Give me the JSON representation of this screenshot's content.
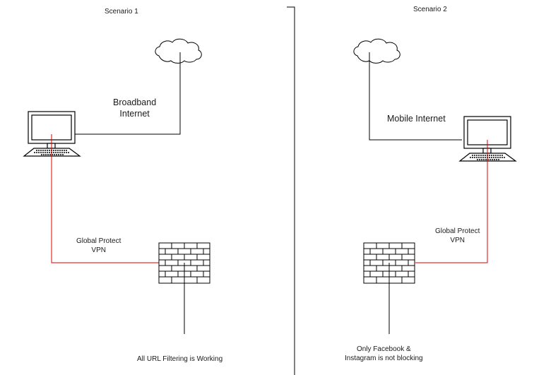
{
  "colors": {
    "line": "#000000",
    "vpn_line": "#e00000",
    "text": "#1a1a1a",
    "background": "#ffffff"
  },
  "scenarios": [
    {
      "title": "Scenario 1",
      "internet_label_line1": "Broadband",
      "internet_label_line2": "Internet",
      "vpn_label_line1": "Global Protect",
      "vpn_label_line2": "VPN",
      "result_line1": "All URL Filtering is Working",
      "result_line2": "",
      "icons": [
        "cloud-icon",
        "computer-icon",
        "firewall-icon"
      ]
    },
    {
      "title": "Scenario 2",
      "internet_label_line1": "Mobile Internet",
      "internet_label_line2": "",
      "vpn_label_line1": "Global Protect",
      "vpn_label_line2": "VPN",
      "result_line1": "Only Facebook &",
      "result_line2": "Instagram is not blocking",
      "icons": [
        "cloud-icon",
        "computer-icon",
        "firewall-icon"
      ]
    }
  ]
}
